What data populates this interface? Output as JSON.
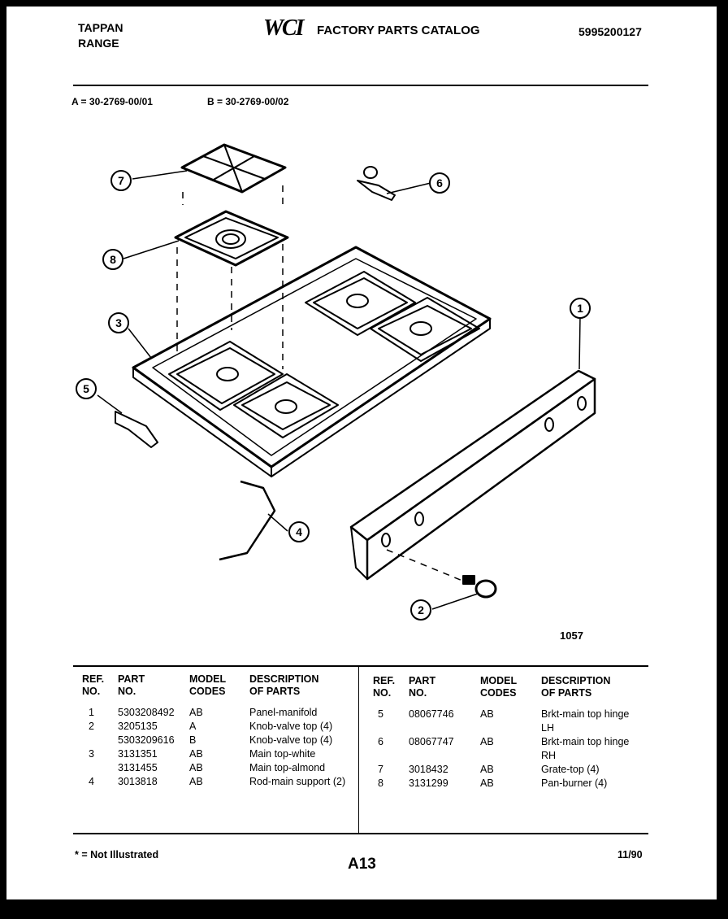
{
  "header": {
    "brand": "TAPPAN",
    "product": "RANGE",
    "logo_text": "WCI",
    "catalog_title": "FACTORY PARTS CATALOG",
    "catalog_number": "5995200127"
  },
  "models": {
    "a": "A = 30-2769-00/01",
    "b": "B = 30-2769-00/02"
  },
  "diagram": {
    "figure_number": "1057",
    "callouts": [
      "1",
      "2",
      "3",
      "4",
      "5",
      "6",
      "7",
      "8"
    ]
  },
  "table": {
    "headers": {
      "ref_line1": "REF.",
      "ref_line2": "NO.",
      "part_line1": "PART",
      "part_line2": "NO.",
      "model_line1": "MODEL",
      "model_line2": "CODES",
      "desc_line1": "DESCRIPTION",
      "desc_line2": "OF PARTS"
    },
    "left_rows": [
      {
        "ref": "1",
        "part": "5303208492",
        "model": "AB",
        "desc": "Panel-manifold"
      },
      {
        "ref": "2",
        "part": "3205135",
        "model": "A",
        "desc": "Knob-valve top (4)"
      },
      {
        "ref": "",
        "part": "5303209616",
        "model": "B",
        "desc": "Knob-valve top (4)"
      },
      {
        "ref": "3",
        "part": "3131351",
        "model": "AB",
        "desc": "Main top-white"
      },
      {
        "ref": "",
        "part": "3131455",
        "model": "AB",
        "desc": "Main top-almond"
      },
      {
        "ref": "4",
        "part": "3013818",
        "model": "AB",
        "desc": "Rod-main support (2)"
      }
    ],
    "right_rows": [
      {
        "ref": "5",
        "part": "08067746",
        "model": "AB",
        "desc": "Brkt-main top hinge",
        "desc2": "LH"
      },
      {
        "ref": "6",
        "part": "08067747",
        "model": "AB",
        "desc": "Brkt-main top hinge",
        "desc2": "RH"
      },
      {
        "ref": "7",
        "part": "3018432",
        "model": "AB",
        "desc": "Grate-top (4)",
        "desc2": ""
      },
      {
        "ref": "8",
        "part": "3131299",
        "model": "AB",
        "desc": "Pan-burner (4)",
        "desc2": ""
      }
    ]
  },
  "footer": {
    "note": "* = Not Illustrated",
    "page_code": "A13",
    "date": "11/90"
  }
}
